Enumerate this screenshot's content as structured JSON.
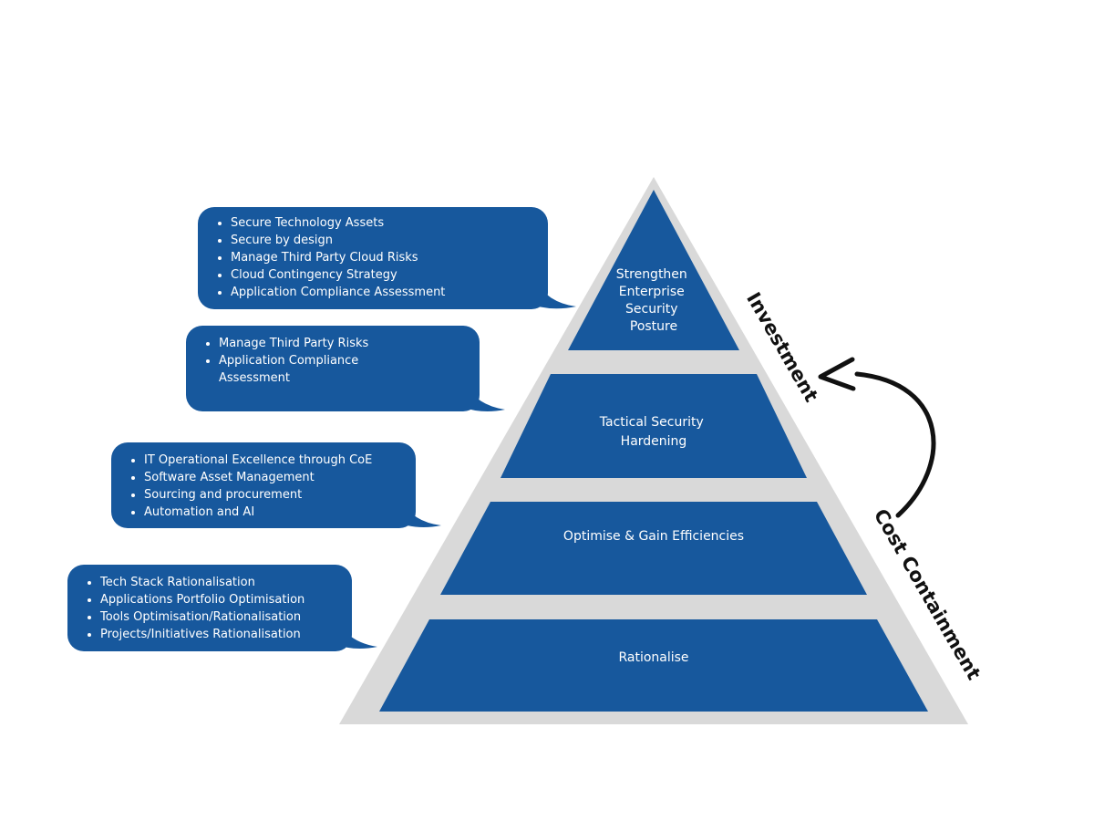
{
  "colors": {
    "tier_fill": "#17589d",
    "pyramid_outline": "#d9d9d9",
    "bubble_fill": "#17589d",
    "text_on_blue": "#ffffff",
    "arrow": "#111111"
  },
  "tiers": [
    {
      "label_lines": [
        "Strengthen",
        "Enterprise",
        "Security",
        "Posture"
      ]
    },
    {
      "label_lines": [
        "Tactical Security",
        "Hardening"
      ]
    },
    {
      "label_lines": [
        "Optimise & Gain Efficiencies"
      ]
    },
    {
      "label_lines": [
        "Rationalise"
      ]
    }
  ],
  "bubbles": [
    {
      "items": [
        "Secure Technology Assets",
        "Secure by design",
        "Manage Third Party Cloud Risks",
        "Cloud Contingency Strategy",
        "Application Compliance Assessment"
      ]
    },
    {
      "items": [
        "Manage Third Party Risks",
        "Application Compliance Assessment"
      ]
    },
    {
      "items": [
        "IT Operational Excellence through CoE",
        "Software Asset Management",
        "Sourcing and procurement",
        "Automation and AI"
      ]
    },
    {
      "items": [
        "Tech Stack Rationalisation",
        "Applications Portfolio Optimisation",
        "Tools Optimisation/Rationalisation",
        "Projects/Initiatives Rationalisation"
      ]
    }
  ],
  "side_labels": {
    "top": "Investment",
    "bottom": "Cost Containment"
  },
  "arrow": {
    "direction": "upward",
    "icon": "curved-arrow-icon"
  }
}
